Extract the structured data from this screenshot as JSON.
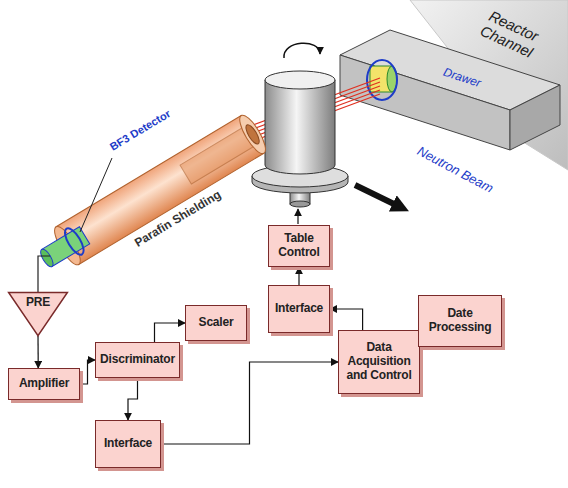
{
  "diagram": {
    "nodes": [
      {
        "text": [
          "PRE"
        ]
      },
      {
        "text": [
          "Table Control"
        ]
      },
      {
        "text": [
          "Scaler"
        ]
      },
      {
        "text": [
          "Interface"
        ]
      },
      {
        "text": [
          "Data Acquisition and Control"
        ]
      },
      {
        "text": [
          "Date Processing"
        ]
      },
      {
        "text": [
          "Discriminator"
        ]
      },
      {
        "text": [
          "Amplifier"
        ]
      },
      {
        "text": [
          "Interface"
        ]
      }
    ],
    "edges": [
      {
        "from": 0,
        "to": 7,
        "arrow": "to"
      },
      {
        "from": 7,
        "to": 6,
        "arrow": "to"
      },
      {
        "from": 6,
        "to": 2,
        "arrow": "to"
      },
      {
        "from": 6,
        "to": 8,
        "arrow": "to"
      },
      {
        "from": 8,
        "to": 4,
        "arrow": "to"
      },
      {
        "from": 4,
        "to": 3,
        "arrow": "to"
      },
      {
        "from": 3,
        "to": 1,
        "arrow": "to"
      }
    ],
    "labels": [
      "Reactor Channel",
      "Drawer",
      "Neutron Beam",
      "BF3 Detector",
      "Parafin Shielding"
    ]
  }
}
